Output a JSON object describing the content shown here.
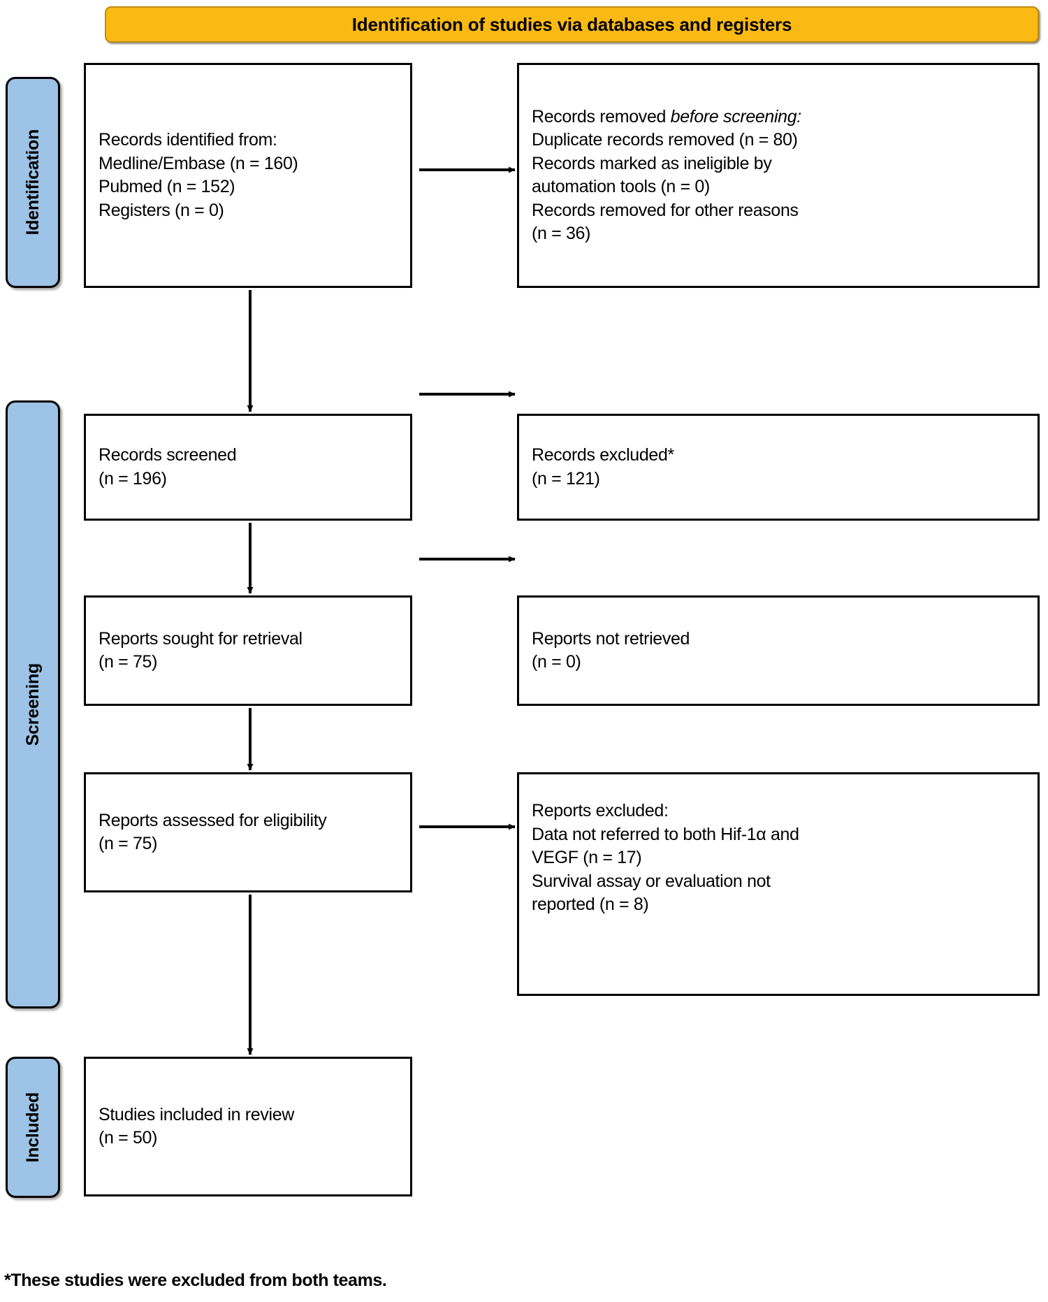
{
  "diagram": {
    "banner": {
      "title": "Identification of studies via databases and registers",
      "fill_color": "#FBBA13"
    },
    "rails": [
      {
        "id": "identification",
        "label": "Identification",
        "fill_color": "#9DC3E6"
      },
      {
        "id": "screening",
        "label": "Screening",
        "fill_color": "#9DC3E6"
      },
      {
        "id": "included",
        "label": "Included",
        "fill_color": "#9DC3E6"
      }
    ],
    "boxes": {
      "identified": {
        "line1": "Records identified from:",
        "line2": "Medline/Embase (n = 160)",
        "line3": "Pubmed (n = 152)",
        "line4": "Registers (n = 0)"
      },
      "removed": {
        "line1_plain": "Records removed ",
        "line1_italic": "before screening:",
        "line2": "Duplicate records removed  (n = 80)",
        "line3": "Records marked as ineligible by",
        "line4": "automation tools (n = 0)",
        "line5": "Records removed for other reasons",
        "line6": "(n = 36)"
      },
      "screened": {
        "line1": "Records screened",
        "line2": "(n = 196)"
      },
      "excluded": {
        "line1": "Records excluded*",
        "line2": "(n = 121)"
      },
      "sought": {
        "line1": "Reports sought for retrieval",
        "line2": "(n = 75)"
      },
      "not_retrieved": {
        "line1": "Reports not retrieved",
        "line2": "(n = 0)"
      },
      "assessed": {
        "line1": "Reports assessed for eligibility",
        "line2": "(n = 75)"
      },
      "reports_excluded": {
        "line1": "Reports excluded:",
        "line2": "Data not referred to both Hif-1α and",
        "line3": "VEGF  (n = 17)",
        "line4": "Survival  assay or evaluation not",
        "line5": "reported (n = 8)"
      },
      "included_studies": {
        "line1": "Studies included in review",
        "line2": "(n = 50)"
      }
    },
    "footnote": "*These studies were excluded from both teams."
  }
}
